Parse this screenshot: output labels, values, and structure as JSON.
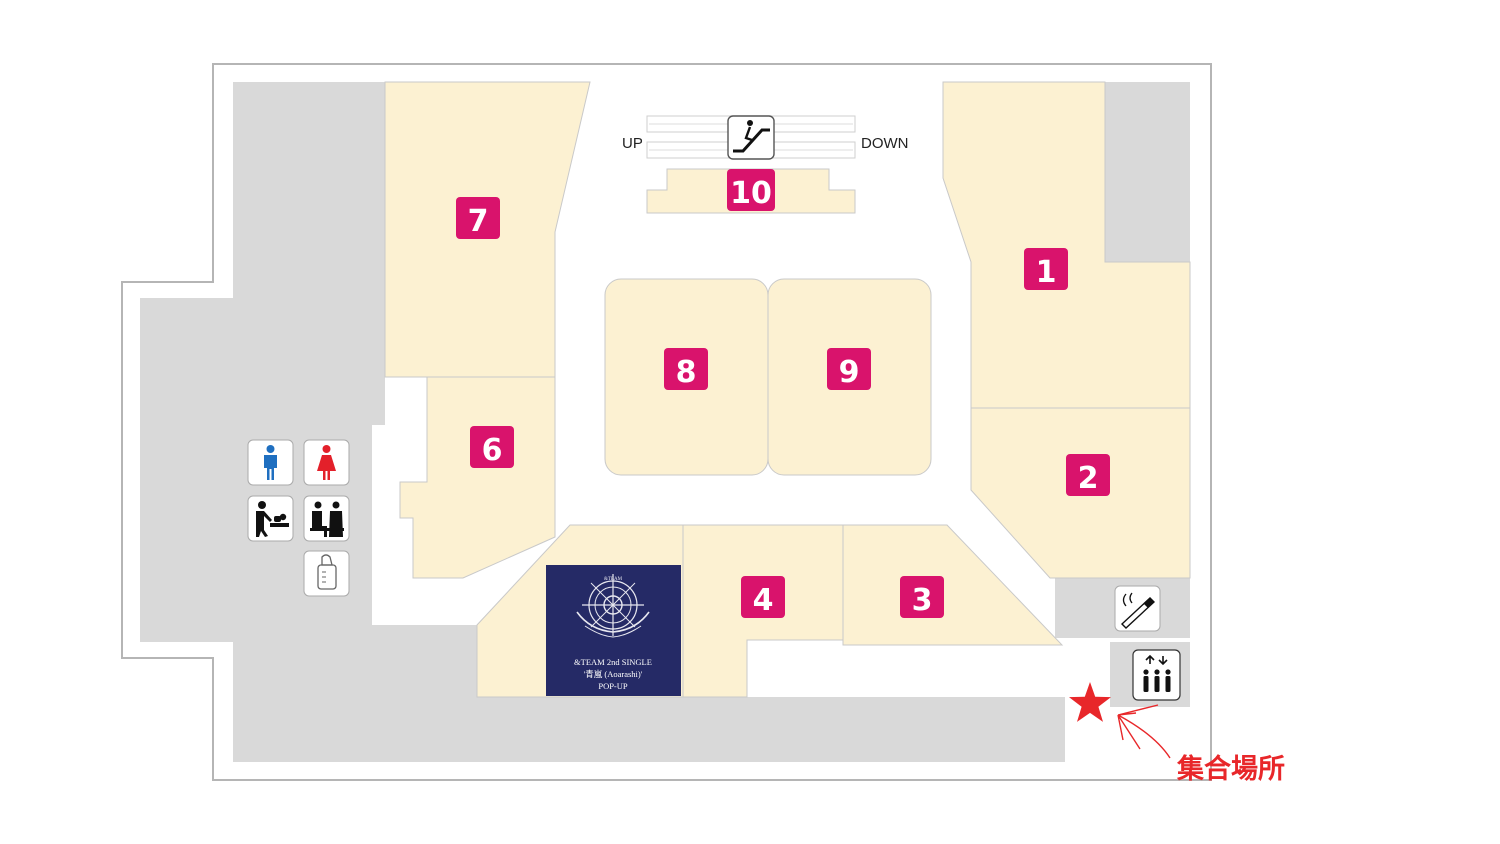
{
  "stores": [
    {
      "number": "1"
    },
    {
      "number": "2"
    },
    {
      "number": "3"
    },
    {
      "number": "4"
    },
    {
      "number": "6"
    },
    {
      "number": "7"
    },
    {
      "number": "8"
    },
    {
      "number": "9"
    },
    {
      "number": "10"
    }
  ],
  "escalator": {
    "up_label": "UP",
    "down_label": "DOWN",
    "icon": "escalator-icon"
  },
  "popup": {
    "line1": "&TEAM 2nd SINGLE",
    "line2": "'青嵐 (Aoarashi)'",
    "line3": "POP-UP",
    "emblem_text": "&TEAM"
  },
  "meeting_point": {
    "label": "集合場所",
    "marker": "red-star-icon"
  },
  "facilities": [
    "mens-restroom-icon",
    "womens-restroom-icon",
    "baby-changing-icon",
    "nursing-room-icon",
    "baby-bottle-icon",
    "smoking-area-icon",
    "elevator-icon"
  ],
  "colors": {
    "store_fill": "#fcf1d2",
    "common_fill": "#d9d9d9",
    "walkway": "#ffffff",
    "badge": "#d9136c",
    "popup_bg": "#252a66",
    "meeting_red": "#e8272a",
    "men_blue": "#1f6fc0",
    "women_red": "#e3202a"
  }
}
